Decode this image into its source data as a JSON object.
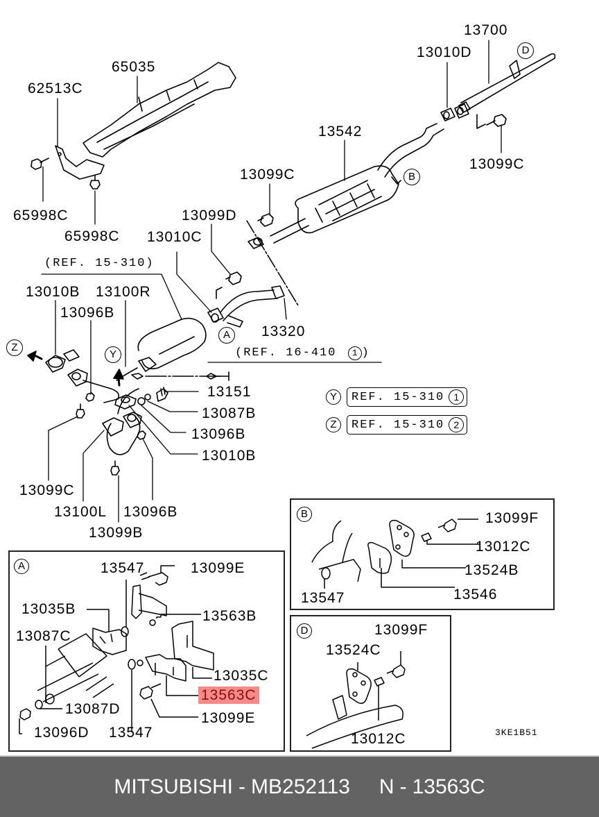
{
  "diagram": {
    "labels": {
      "p65035": "65035",
      "p62513C": "62513C",
      "p65998C_a": "65998C",
      "p65998C_b": "65998C",
      "p13700": "13700",
      "p13010D": "13010D",
      "p13542": "13542",
      "p13099C_top": "13099C",
      "p13099C_right": "13099C",
      "p13099D": "13099D",
      "p13010C": "13010C",
      "p13010B_top": "13010B",
      "p13100R": "13100R",
      "p13096B_top": "13096B",
      "p13320": "13320",
      "p13151": "13151",
      "p13087B": "13087B",
      "p13096B_mid": "13096B",
      "p13010B_mid": "13010B",
      "p13099C_left": "13099C",
      "p13100L": "13100L",
      "p13096B_bot": "13096B",
      "p13099B": "13099B"
    },
    "refs": {
      "ref_15_310": "(REF. 15-310)",
      "ref_16_410": "(REF. 16-410",
      "ref_16_410_num": "1",
      "ref_16_410_close": ")"
    },
    "callouts": {
      "A": "A",
      "B": "B",
      "D": "D",
      "Y": "Y",
      "Z": "Z"
    },
    "legend": [
      {
        "marker": "Y",
        "text": "REF. 15-310",
        "num": "1"
      },
      {
        "marker": "Z",
        "text": "REF. 15-310",
        "num": "2"
      }
    ],
    "detail_A": {
      "marker": "A",
      "labels": {
        "p13547_top": "13547",
        "p13099E_top": "13099E",
        "p13035B": "13035B",
        "p13563B": "13563B",
        "p13087C": "13087C",
        "p13035C": "13035C",
        "p13563C": "13563C",
        "p13087D": "13087D",
        "p13099E_bot": "13099E",
        "p13096D": "13096D",
        "p13547_bot": "13547"
      },
      "highlighted_part": "13563C",
      "highlight_color": "#f58a8a"
    },
    "detail_B": {
      "marker": "B",
      "labels": {
        "p13099F": "13099F",
        "p13012C": "13012C",
        "p13524B": "13524B",
        "p13546": "13546",
        "p13547": "13547"
      }
    },
    "detail_D": {
      "marker": "D",
      "labels": {
        "p13099F": "13099F",
        "p13524C": "13524C",
        "p13012C": "13012C"
      },
      "drawing_code": "3KE1B51"
    }
  },
  "footer": {
    "brand": "MITSUBISHI",
    "separator": "-",
    "part_number": "MB252113",
    "ref_prefix": "N",
    "ref_number": "13563C",
    "background": "#636363"
  }
}
